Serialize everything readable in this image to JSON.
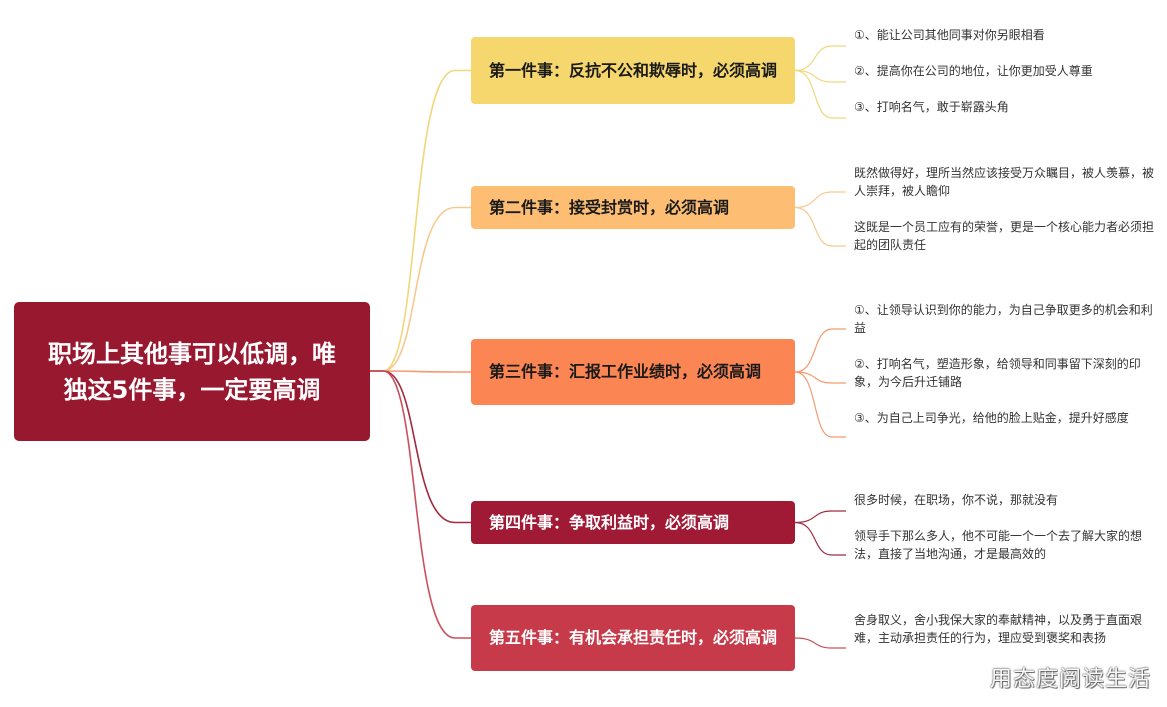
{
  "root": {
    "label": "职场上其他事可以低调，唯独这5件事，一定要高调",
    "color": "#98182f"
  },
  "branches": [
    {
      "label": "第一件事：反抗不公和欺辱时，必须高调",
      "color": "#f5d76e",
      "text_color": "#1a1a1a",
      "line_color": "#f0d77c",
      "leaves": [
        "①、能让公司其他同事对你另眼相看",
        "②、提高你在公司的地位，让你更加受人尊重",
        "③、打响名气，敢于崭露头角"
      ]
    },
    {
      "label": "第二件事：接受封赏时，必须高调",
      "color": "#fdbe74",
      "text_color": "#1a1a1a",
      "line_color": "#f7c98e",
      "leaves": [
        "既然做得好，理所当然应该接受万众瞩目，被人羡慕，被人崇拜，被人瞻仰",
        "这既是一个员工应有的荣誉，更是一个核心能力者必须担起的团队责任"
      ]
    },
    {
      "label": "第三件事：汇报工作业绩时，必须高调",
      "color": "#fb8654",
      "text_color": "#1a1a1a",
      "line_color": "#f59a70",
      "leaves": [
        "①、让领导认识到你的能力，为自己争取更多的机会和利益",
        "②、打响名气，塑造形象，给领导和同事留下深刻的印象，为今后升迁铺路",
        "③、为自己上司争光，给他的脸上贴金，提升好感度"
      ]
    },
    {
      "label": "第四件事：争取利益时，必须高调",
      "color": "#a01a36",
      "text_color": "#ffffff",
      "line_color": "#a12a40",
      "leaves": [
        "很多时候，在职场，你不说，那就没有",
        "领导手下那么多人，他不可能一个一个去了解大家的想法，直接了当地沟通，才是最高效的"
      ]
    },
    {
      "label": "第五件事：有机会承担责任时，必须高调",
      "color": "#c63a4a",
      "text_color": "#ffffff",
      "line_color": "#c9505c",
      "leaves": [
        "舍身取义，舍小我保大家的奉献精神，以及勇于直面艰难，主动承担责任的行为，理应受到褒奖和表扬"
      ]
    }
  ],
  "watermark": "用态度阅读生活"
}
